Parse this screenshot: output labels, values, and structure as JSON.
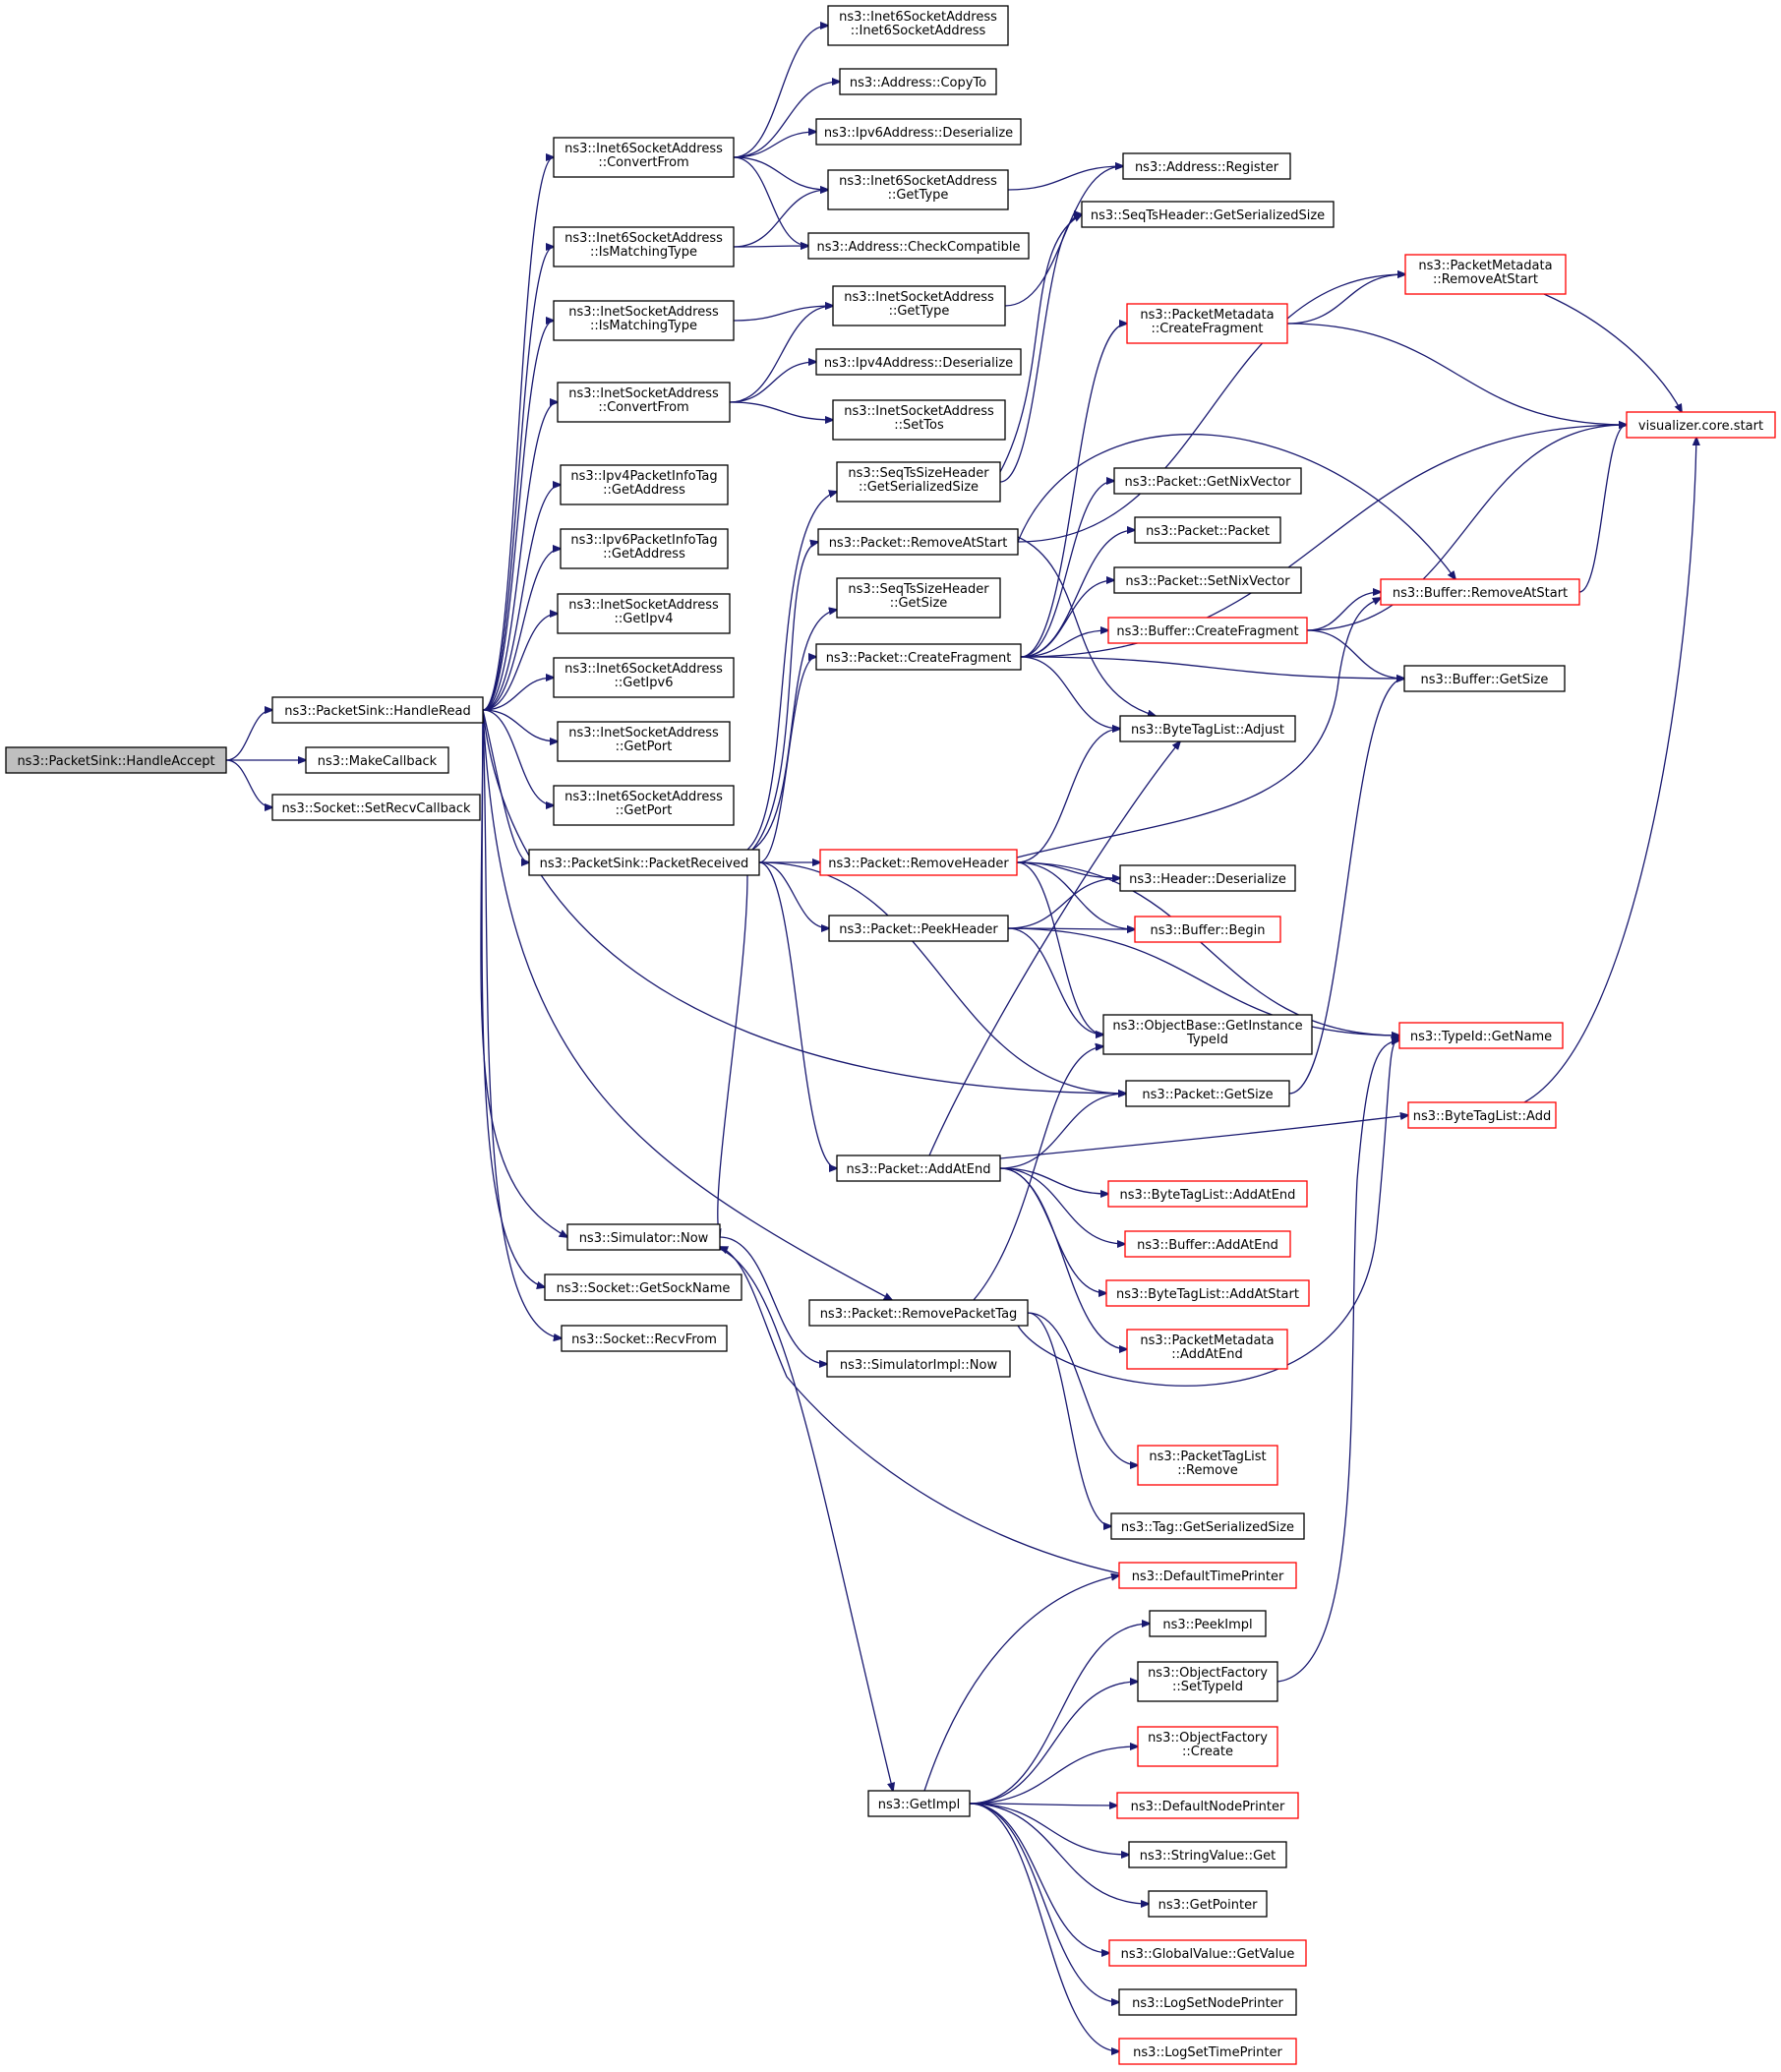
{
  "colors": {
    "edge": "#191970",
    "border": "#000000",
    "truncated_border": "#ff0000",
    "root_fill": "#bfbfbf"
  },
  "nodes": {
    "handle_accept": {
      "lines": [
        "ns3::PacketSink::HandleAccept"
      ],
      "style": "root"
    },
    "make_callback": {
      "lines": [
        "ns3::MakeCallback"
      ],
      "style": "normal"
    },
    "set_recv_callback": {
      "lines": [
        "ns3::Socket::SetRecvCallback"
      ],
      "style": "normal"
    },
    "handle_read": {
      "lines": [
        "ns3::PacketSink::HandleRead"
      ],
      "style": "normal"
    },
    "i6_convert_from": {
      "lines": [
        "ns3::Inet6SocketAddress",
        "::ConvertFrom"
      ],
      "style": "normal"
    },
    "i6_is_matching": {
      "lines": [
        "ns3::Inet6SocketAddress",
        "::IsMatchingType"
      ],
      "style": "normal"
    },
    "i4_is_matching": {
      "lines": [
        "ns3::InetSocketAddress",
        "::IsMatchingType"
      ],
      "style": "normal"
    },
    "i4_convert_from": {
      "lines": [
        "ns3::InetSocketAddress",
        "::ConvertFrom"
      ],
      "style": "normal"
    },
    "ipv4_info_get_addr": {
      "lines": [
        "ns3::Ipv4PacketInfoTag",
        "::GetAddress"
      ],
      "style": "normal"
    },
    "ipv6_info_get_addr": {
      "lines": [
        "ns3::Ipv6PacketInfoTag",
        "::GetAddress"
      ],
      "style": "normal"
    },
    "i4_get_ipv4": {
      "lines": [
        "ns3::InetSocketAddress",
        "::GetIpv4"
      ],
      "style": "normal"
    },
    "i6_get_ipv6": {
      "lines": [
        "ns3::Inet6SocketAddress",
        "::GetIpv6"
      ],
      "style": "normal"
    },
    "i4_get_port": {
      "lines": [
        "ns3::InetSocketAddress",
        "::GetPort"
      ],
      "style": "normal"
    },
    "i6_get_port": {
      "lines": [
        "ns3::Inet6SocketAddress",
        "::GetPort"
      ],
      "style": "normal"
    },
    "packet_received": {
      "lines": [
        "ns3::PacketSink::PacketReceived"
      ],
      "style": "normal"
    },
    "sim_now": {
      "lines": [
        "ns3::Simulator::Now"
      ],
      "style": "normal"
    },
    "get_sock_name": {
      "lines": [
        "ns3::Socket::GetSockName"
      ],
      "style": "normal"
    },
    "recv_from": {
      "lines": [
        "ns3::Socket::RecvFrom"
      ],
      "style": "normal"
    },
    "i6_ctor": {
      "lines": [
        "ns3::Inet6SocketAddress",
        "::Inet6SocketAddress"
      ],
      "style": "normal"
    },
    "addr_copy_to": {
      "lines": [
        "ns3::Address::CopyTo"
      ],
      "style": "normal"
    },
    "ipv6_deser": {
      "lines": [
        "ns3::Ipv6Address::Deserialize"
      ],
      "style": "normal"
    },
    "i6_get_type": {
      "lines": [
        "ns3::Inet6SocketAddress",
        "::GetType"
      ],
      "style": "normal"
    },
    "addr_check_compat": {
      "lines": [
        "ns3::Address::CheckCompatible"
      ],
      "style": "normal"
    },
    "i4_get_type": {
      "lines": [
        "ns3::InetSocketAddress",
        "::GetType"
      ],
      "style": "normal"
    },
    "ipv4_deser": {
      "lines": [
        "ns3::Ipv4Address::Deserialize"
      ],
      "style": "normal"
    },
    "i4_set_tos": {
      "lines": [
        "ns3::InetSocketAddress",
        "::SetTos"
      ],
      "style": "normal"
    },
    "seqts_get_ser": {
      "lines": [
        "ns3::SeqTsSizeHeader",
        "::GetSerializedSize"
      ],
      "style": "normal"
    },
    "pkt_remove_at_start": {
      "lines": [
        "ns3::Packet::RemoveAtStart"
      ],
      "style": "normal"
    },
    "seqts_get_size": {
      "lines": [
        "ns3::SeqTsSizeHeader",
        "::GetSize"
      ],
      "style": "normal"
    },
    "pkt_create_frag": {
      "lines": [
        "ns3::Packet::CreateFragment"
      ],
      "style": "normal"
    },
    "pkt_remove_header": {
      "lines": [
        "ns3::Packet::RemoveHeader"
      ],
      "style": "red"
    },
    "pkt_peek_header": {
      "lines": [
        "ns3::Packet::PeekHeader"
      ],
      "style": "normal"
    },
    "pkt_add_at_end": {
      "lines": [
        "ns3::Packet::AddAtEnd"
      ],
      "style": "normal"
    },
    "pkt_remove_ptag": {
      "lines": [
        "ns3::Packet::RemovePacketTag"
      ],
      "style": "normal"
    },
    "simimpl_now": {
      "lines": [
        "ns3::SimulatorImpl::Now"
      ],
      "style": "normal"
    },
    "get_impl": {
      "lines": [
        "ns3::GetImpl"
      ],
      "style": "normal"
    },
    "addr_register": {
      "lines": [
        "ns3::Address::Register"
      ],
      "style": "normal"
    },
    "seqts_hdr_get_ser": {
      "lines": [
        "ns3::SeqTsHeader::GetSerializedSize"
      ],
      "style": "normal"
    },
    "pm_create_frag": {
      "lines": [
        "ns3::PacketMetadata",
        "::CreateFragment"
      ],
      "style": "red"
    },
    "pkt_get_nix": {
      "lines": [
        "ns3::Packet::GetNixVector"
      ],
      "style": "normal"
    },
    "pkt_ctor": {
      "lines": [
        "ns3::Packet::Packet"
      ],
      "style": "normal"
    },
    "pkt_set_nix": {
      "lines": [
        "ns3::Packet::SetNixVector"
      ],
      "style": "normal"
    },
    "buf_create_frag": {
      "lines": [
        "ns3::Buffer::CreateFragment"
      ],
      "style": "red"
    },
    "btl_adjust": {
      "lines": [
        "ns3::ByteTagList::Adjust"
      ],
      "style": "normal"
    },
    "hdr_deser": {
      "lines": [
        "ns3::Header::Deserialize"
      ],
      "style": "normal"
    },
    "buf_begin": {
      "lines": [
        "ns3::Buffer::Begin"
      ],
      "style": "red"
    },
    "ob_get_inst": {
      "lines": [
        "ns3::ObjectBase::GetInstance",
        "TypeId"
      ],
      "style": "normal"
    },
    "pkt_get_size": {
      "lines": [
        "ns3::Packet::GetSize"
      ],
      "style": "normal"
    },
    "btl_add_at_end": {
      "lines": [
        "ns3::ByteTagList::AddAtEnd"
      ],
      "style": "red"
    },
    "buf_add_at_end": {
      "lines": [
        "ns3::Buffer::AddAtEnd"
      ],
      "style": "red"
    },
    "btl_add_at_start": {
      "lines": [
        "ns3::ByteTagList::AddAtStart"
      ],
      "style": "red"
    },
    "pm_add_at_end": {
      "lines": [
        "ns3::PacketMetadata",
        "::AddAtEnd"
      ],
      "style": "red"
    },
    "ptl_remove": {
      "lines": [
        "ns3::PacketTagList",
        "::Remove"
      ],
      "style": "red"
    },
    "tag_get_ser": {
      "lines": [
        "ns3::Tag::GetSerializedSize"
      ],
      "style": "normal"
    },
    "default_time_printer": {
      "lines": [
        "ns3::DefaultTimePrinter"
      ],
      "style": "red"
    },
    "peek_impl": {
      "lines": [
        "ns3::PeekImpl"
      ],
      "style": "normal"
    },
    "of_set_type": {
      "lines": [
        "ns3::ObjectFactory",
        "::SetTypeId"
      ],
      "style": "normal"
    },
    "of_create": {
      "lines": [
        "ns3::ObjectFactory",
        "::Create"
      ],
      "style": "red"
    },
    "default_node_printer": {
      "lines": [
        "ns3::DefaultNodePrinter"
      ],
      "style": "red"
    },
    "string_value_get": {
      "lines": [
        "ns3::StringValue::Get"
      ],
      "style": "normal"
    },
    "get_pointer": {
      "lines": [
        "ns3::GetPointer"
      ],
      "style": "normal"
    },
    "gv_get_value": {
      "lines": [
        "ns3::GlobalValue::GetValue"
      ],
      "style": "red"
    },
    "log_set_node": {
      "lines": [
        "ns3::LogSetNodePrinter"
      ],
      "style": "normal"
    },
    "log_set_time": {
      "lines": [
        "ns3::LogSetTimePrinter"
      ],
      "style": "red"
    },
    "pm_remove_at_start": {
      "lines": [
        "ns3::PacketMetadata",
        "::RemoveAtStart"
      ],
      "style": "red"
    },
    "buf_remove_at_start": {
      "lines": [
        "ns3::Buffer::RemoveAtStart"
      ],
      "style": "red"
    },
    "buf_get_size": {
      "lines": [
        "ns3::Buffer::GetSize"
      ],
      "style": "normal"
    },
    "typeid_get_name": {
      "lines": [
        "ns3::TypeId::GetName"
      ],
      "style": "red"
    },
    "btl_add": {
      "lines": [
        "ns3::ByteTagList::Add"
      ],
      "style": "red"
    },
    "viz_start": {
      "lines": [
        "visualizer.core.start"
      ],
      "style": "red"
    }
  }
}
